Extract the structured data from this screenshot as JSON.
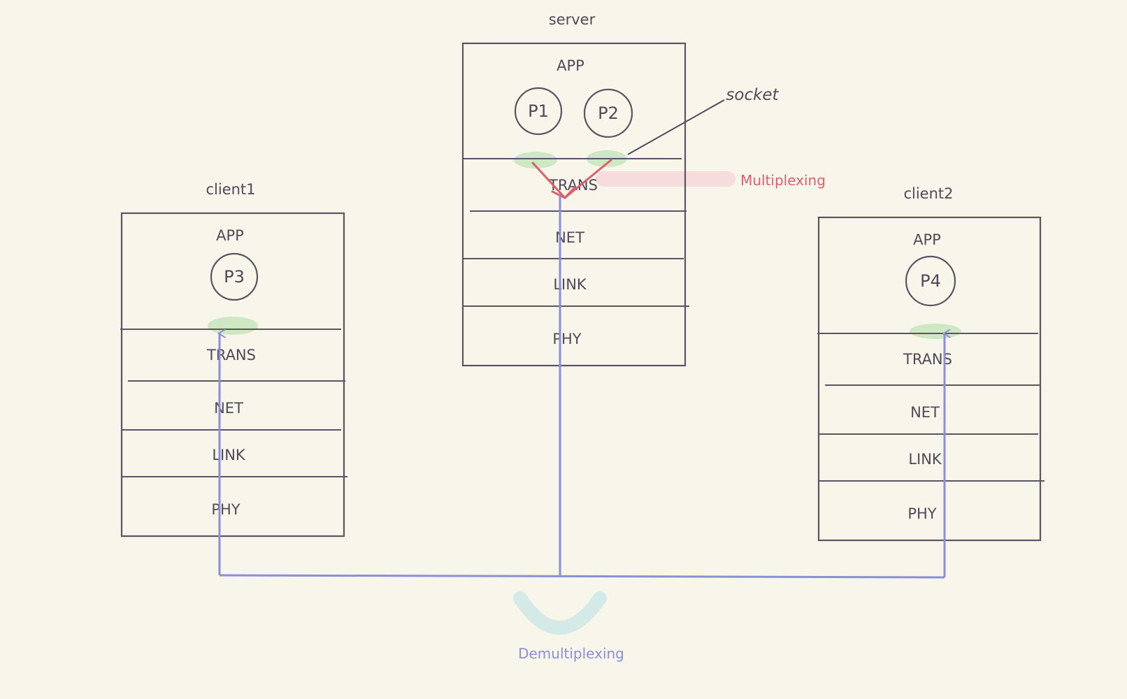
{
  "colors": {
    "background": "#f8f6ea",
    "ink": "#4f4a59",
    "socket_highlight": "#cfe8c4",
    "multiplex_arrow": "#d9606e",
    "multiplex_highlight": "#f6dcdc",
    "demux_arrow": "#8a8fd6",
    "demux_highlight": "#d3eae7"
  },
  "hosts": {
    "server": {
      "name": "server",
      "app": "APP",
      "processes": [
        "P1",
        "P2"
      ],
      "layers": [
        "TRANS",
        "NET",
        "LINK",
        "PHY"
      ]
    },
    "client1": {
      "name": "client1",
      "app": "APP",
      "processes": [
        "P3"
      ],
      "layers": [
        "TRANS",
        "NET",
        "LINK",
        "PHY"
      ]
    },
    "client2": {
      "name": "client2",
      "app": "APP",
      "processes": [
        "P4"
      ],
      "layers": [
        "TRANS",
        "NET",
        "LINK",
        "PHY"
      ]
    }
  },
  "annotations": {
    "socket": "socket",
    "multiplexing": "Multiplexing",
    "demultiplexing": "Demultiplexing"
  }
}
